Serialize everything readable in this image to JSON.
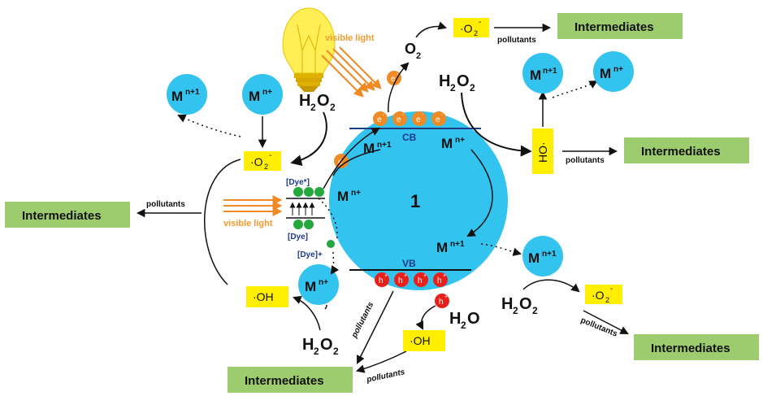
{
  "center_label": "1",
  "cb_label": "CB",
  "vb_label": "VB",
  "electron": "e",
  "electron_sup": "-",
  "hole": "h",
  "hole_sup": "+",
  "visible_light": "visible light",
  "intermediates": "Intermediates",
  "pollutants": "pollutants",
  "o2": "O",
  "o2_sub": "2",
  "h2o2": "H",
  "h2o2_sub": "2",
  "h2o2_o": "O",
  "h2o2_sub2": "2",
  "h2o": "H",
  "h2o_sub": "2",
  "h2o_o": "O",
  "superoxide": "·O",
  "superoxide_sub": "2",
  "superoxide_sup": "-",
  "hydroxyl": "·OH",
  "ho_rotated": "HO·",
  "metal": "M",
  "metal_n": "n+",
  "metal_n1": "n+1",
  "dye_excited": "[Dye*]",
  "dye_ground": "[Dye]",
  "dye_cation": "[Dye]+",
  "colors": {
    "cyan": "#33c3ef",
    "yellow": "#ffee00",
    "green_box": "#9ccc6e",
    "orange": "#f08a24",
    "red": "#e8201b",
    "dye_green": "#22a83c",
    "dark_blue": "#1f3b86"
  }
}
